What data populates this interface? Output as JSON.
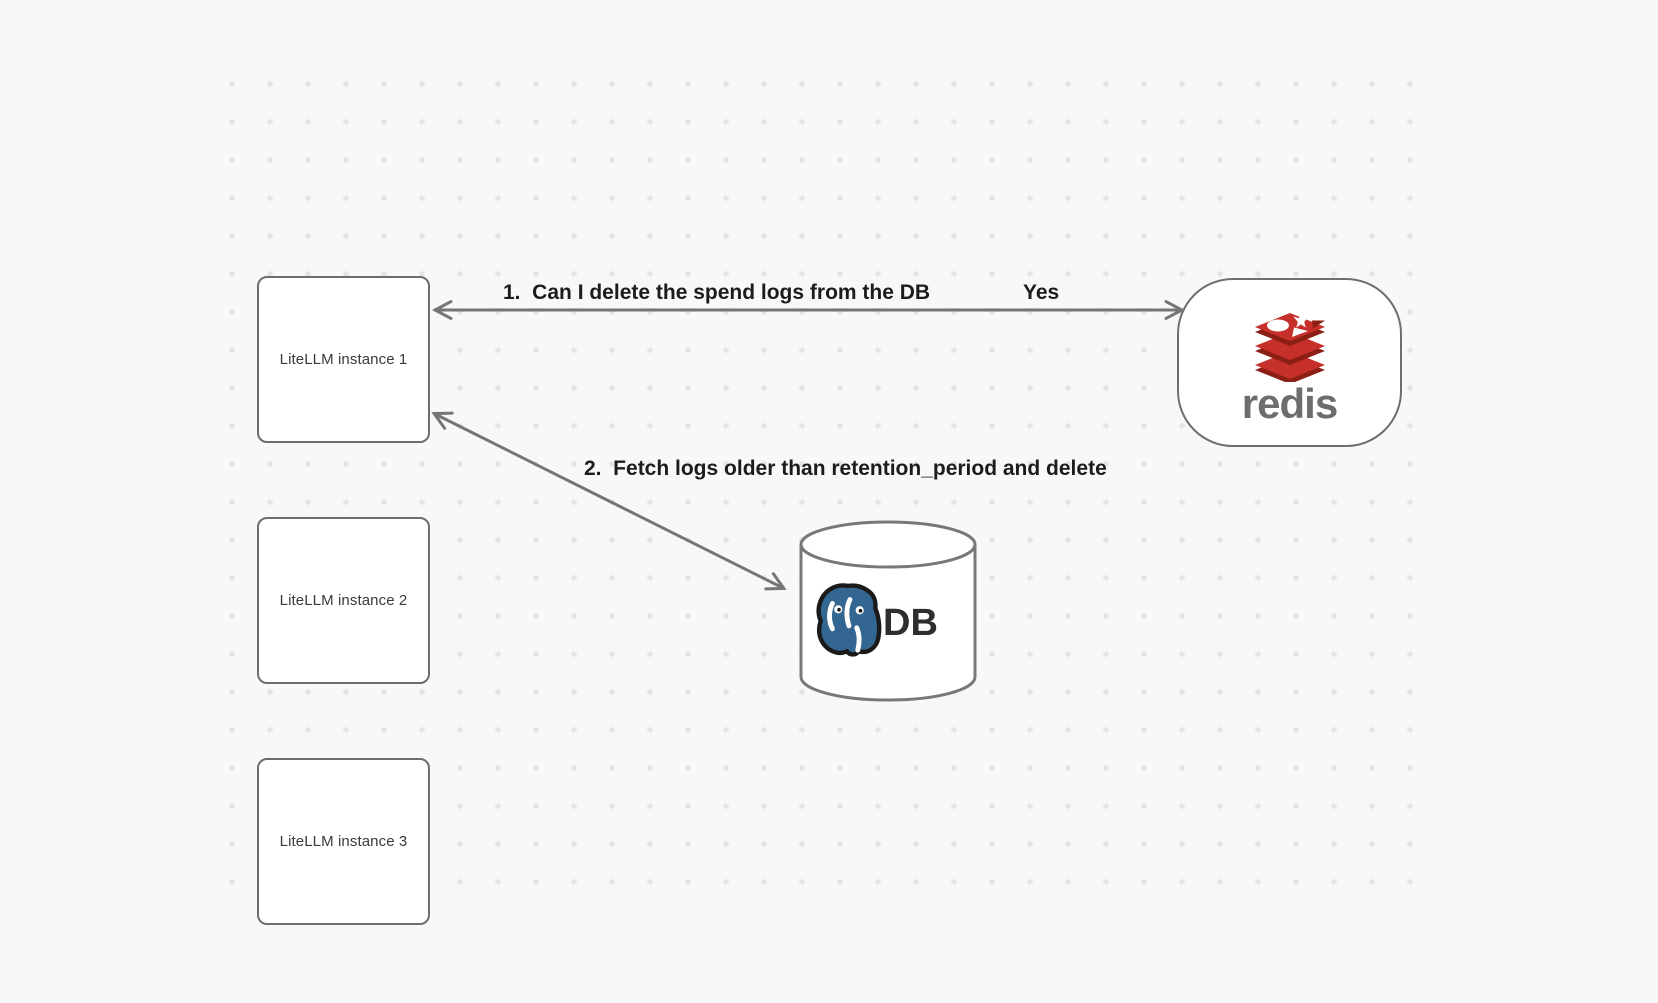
{
  "canvas": {
    "type": "whiteboard-diagram",
    "background_color": "#f8f8f8",
    "grid_dot_color": "#e4e4e4"
  },
  "nodes": {
    "instances": [
      {
        "label": "LiteLLM instance 1"
      },
      {
        "label": "LiteLLM instance 2"
      },
      {
        "label": "LiteLLM instance 3"
      }
    ],
    "redis": {
      "wordmark": "redis",
      "icon": "redis-logo",
      "logo_red": "#C6302B",
      "logo_dark_red": "#8C1F15",
      "wordmark_color": "#6d6d70"
    },
    "db": {
      "label": "DB",
      "icon": "postgresql-elephant-logo",
      "logo_blue": "#336791"
    }
  },
  "edges": {
    "redis_edge": {
      "from": "LiteLLM instance 1",
      "to": "redis",
      "arrowheads": "both",
      "label_question": "1.  Can I delete the spend logs from the DB",
      "label_answer": "Yes"
    },
    "db_edge": {
      "from": "LiteLLM instance 1",
      "to": "DB",
      "arrowheads": "both",
      "label": "2.  Fetch logs older than retention_period and delete"
    }
  },
  "style": {
    "shape_border_color": "#6e6e6e",
    "arrow_color": "#757575",
    "edge_label_color": "#1c1c1c",
    "node_label_color": "#3a3a3a"
  }
}
